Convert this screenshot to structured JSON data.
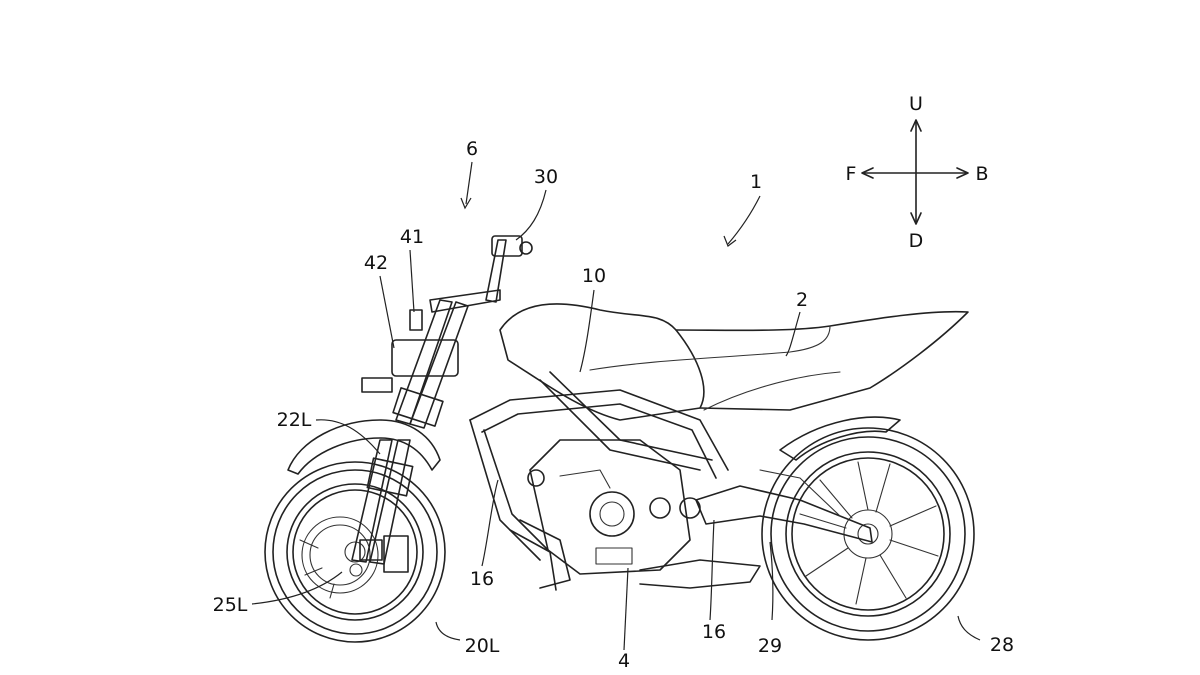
{
  "labels": {
    "vehicle": "1",
    "seat": "2",
    "engine": "4",
    "steering": "6",
    "frame": "10",
    "frame_member_front": "16",
    "frame_member_rear": "16",
    "front_fork": "22L",
    "front_brake": "25L",
    "front_wheel": "20L",
    "rear_wheel": "28",
    "swing_arm": "29",
    "handlebar": "30",
    "sensor": "41",
    "headlight": "42"
  },
  "directions": {
    "up": "U",
    "down": "D",
    "front": "F",
    "back": "B"
  },
  "colors": {
    "line": "#222222",
    "background": "#ffffff"
  }
}
